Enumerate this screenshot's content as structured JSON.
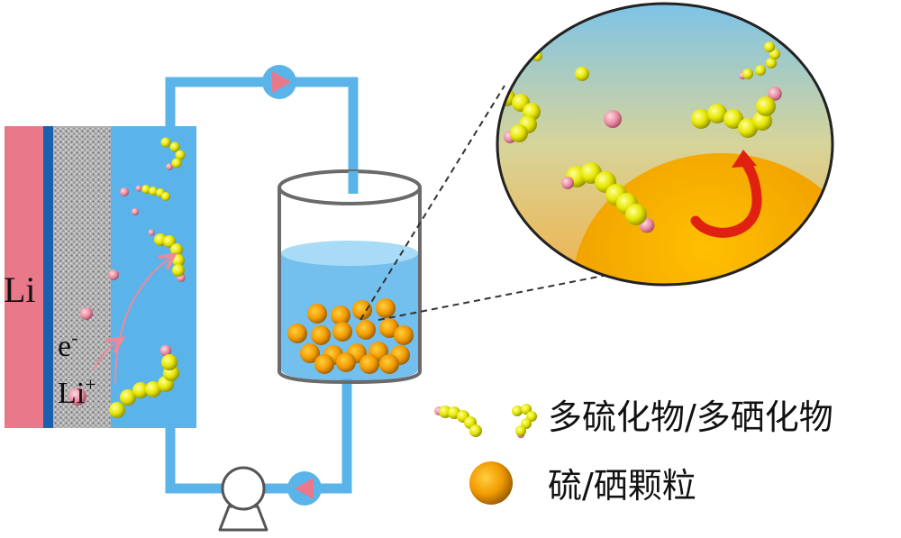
{
  "labels": {
    "anode": "Li",
    "electron": "e",
    "electron_sup": "-",
    "lithium_ion": "Li",
    "lithium_ion_sup": "+"
  },
  "legend": {
    "polysulfide": "多硫化物/多硒化物",
    "particle": "硫/硒颗粒"
  },
  "colors": {
    "anode": "#e8788a",
    "separator_blue": "#1a5fb0",
    "separator_gray": "#a8a8a8",
    "electrolyte": "#5ab4ea",
    "tube": "#5ab4ea",
    "pump_arrow": "#e8788a",
    "chain_yellow": "#e6e600",
    "chain_end_pink": "#e88aa0",
    "particle_orange": "#f29a00",
    "reaction_arrow": "#e02010"
  }
}
